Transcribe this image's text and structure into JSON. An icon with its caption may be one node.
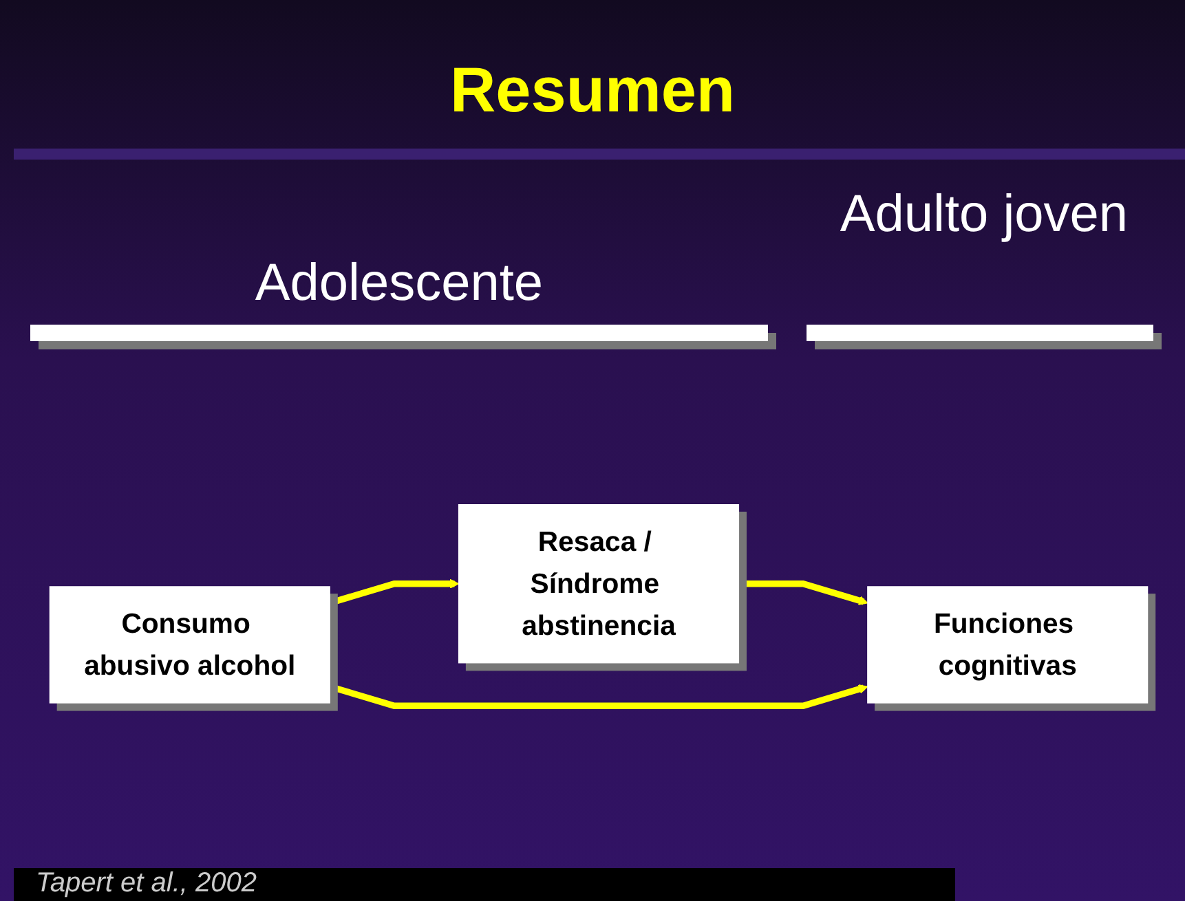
{
  "diagram": {
    "title": "Resumen",
    "nodes": [
      {
        "text": [
          "Consumo abusivo alcohol"
        ]
      },
      {
        "text": [
          "Resaca / Síndrome abstinencia"
        ]
      },
      {
        "text": [
          "Funciones cognitivas"
        ]
      }
    ],
    "edges": [
      {
        "from": 0,
        "to": 1,
        "arrow": "to"
      },
      {
        "from": 1,
        "to": 2,
        "arrow": "to"
      },
      {
        "from": 0,
        "to": 2,
        "arrow": "to"
      }
    ],
    "labels": [
      "Adolescente",
      "Adulto joven"
    ],
    "caption": "Tapert et al., 2002"
  }
}
